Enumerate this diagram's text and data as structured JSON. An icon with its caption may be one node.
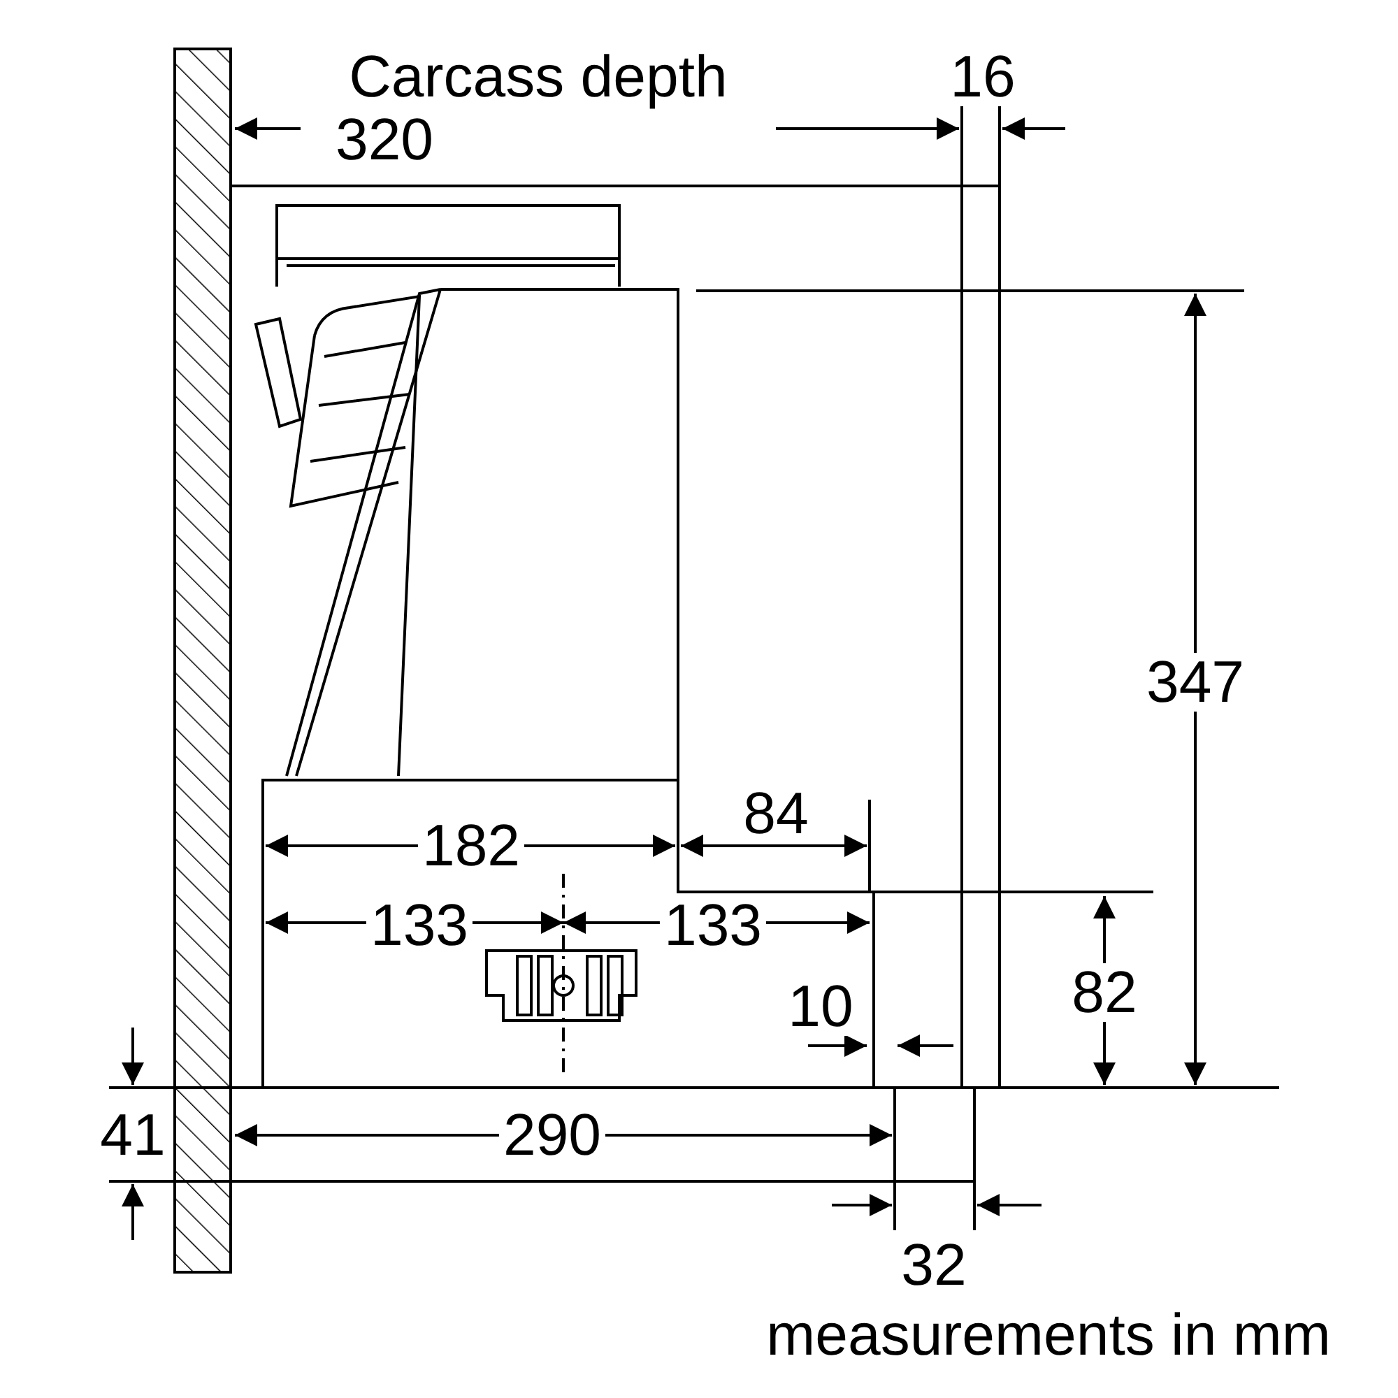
{
  "diagram": {
    "labels": [
      "Carcass depth",
      "320",
      "16",
      "347",
      "182",
      "84",
      "133",
      "133",
      "82",
      "10",
      "41",
      "290",
      "32",
      "measurements in mm"
    ]
  }
}
